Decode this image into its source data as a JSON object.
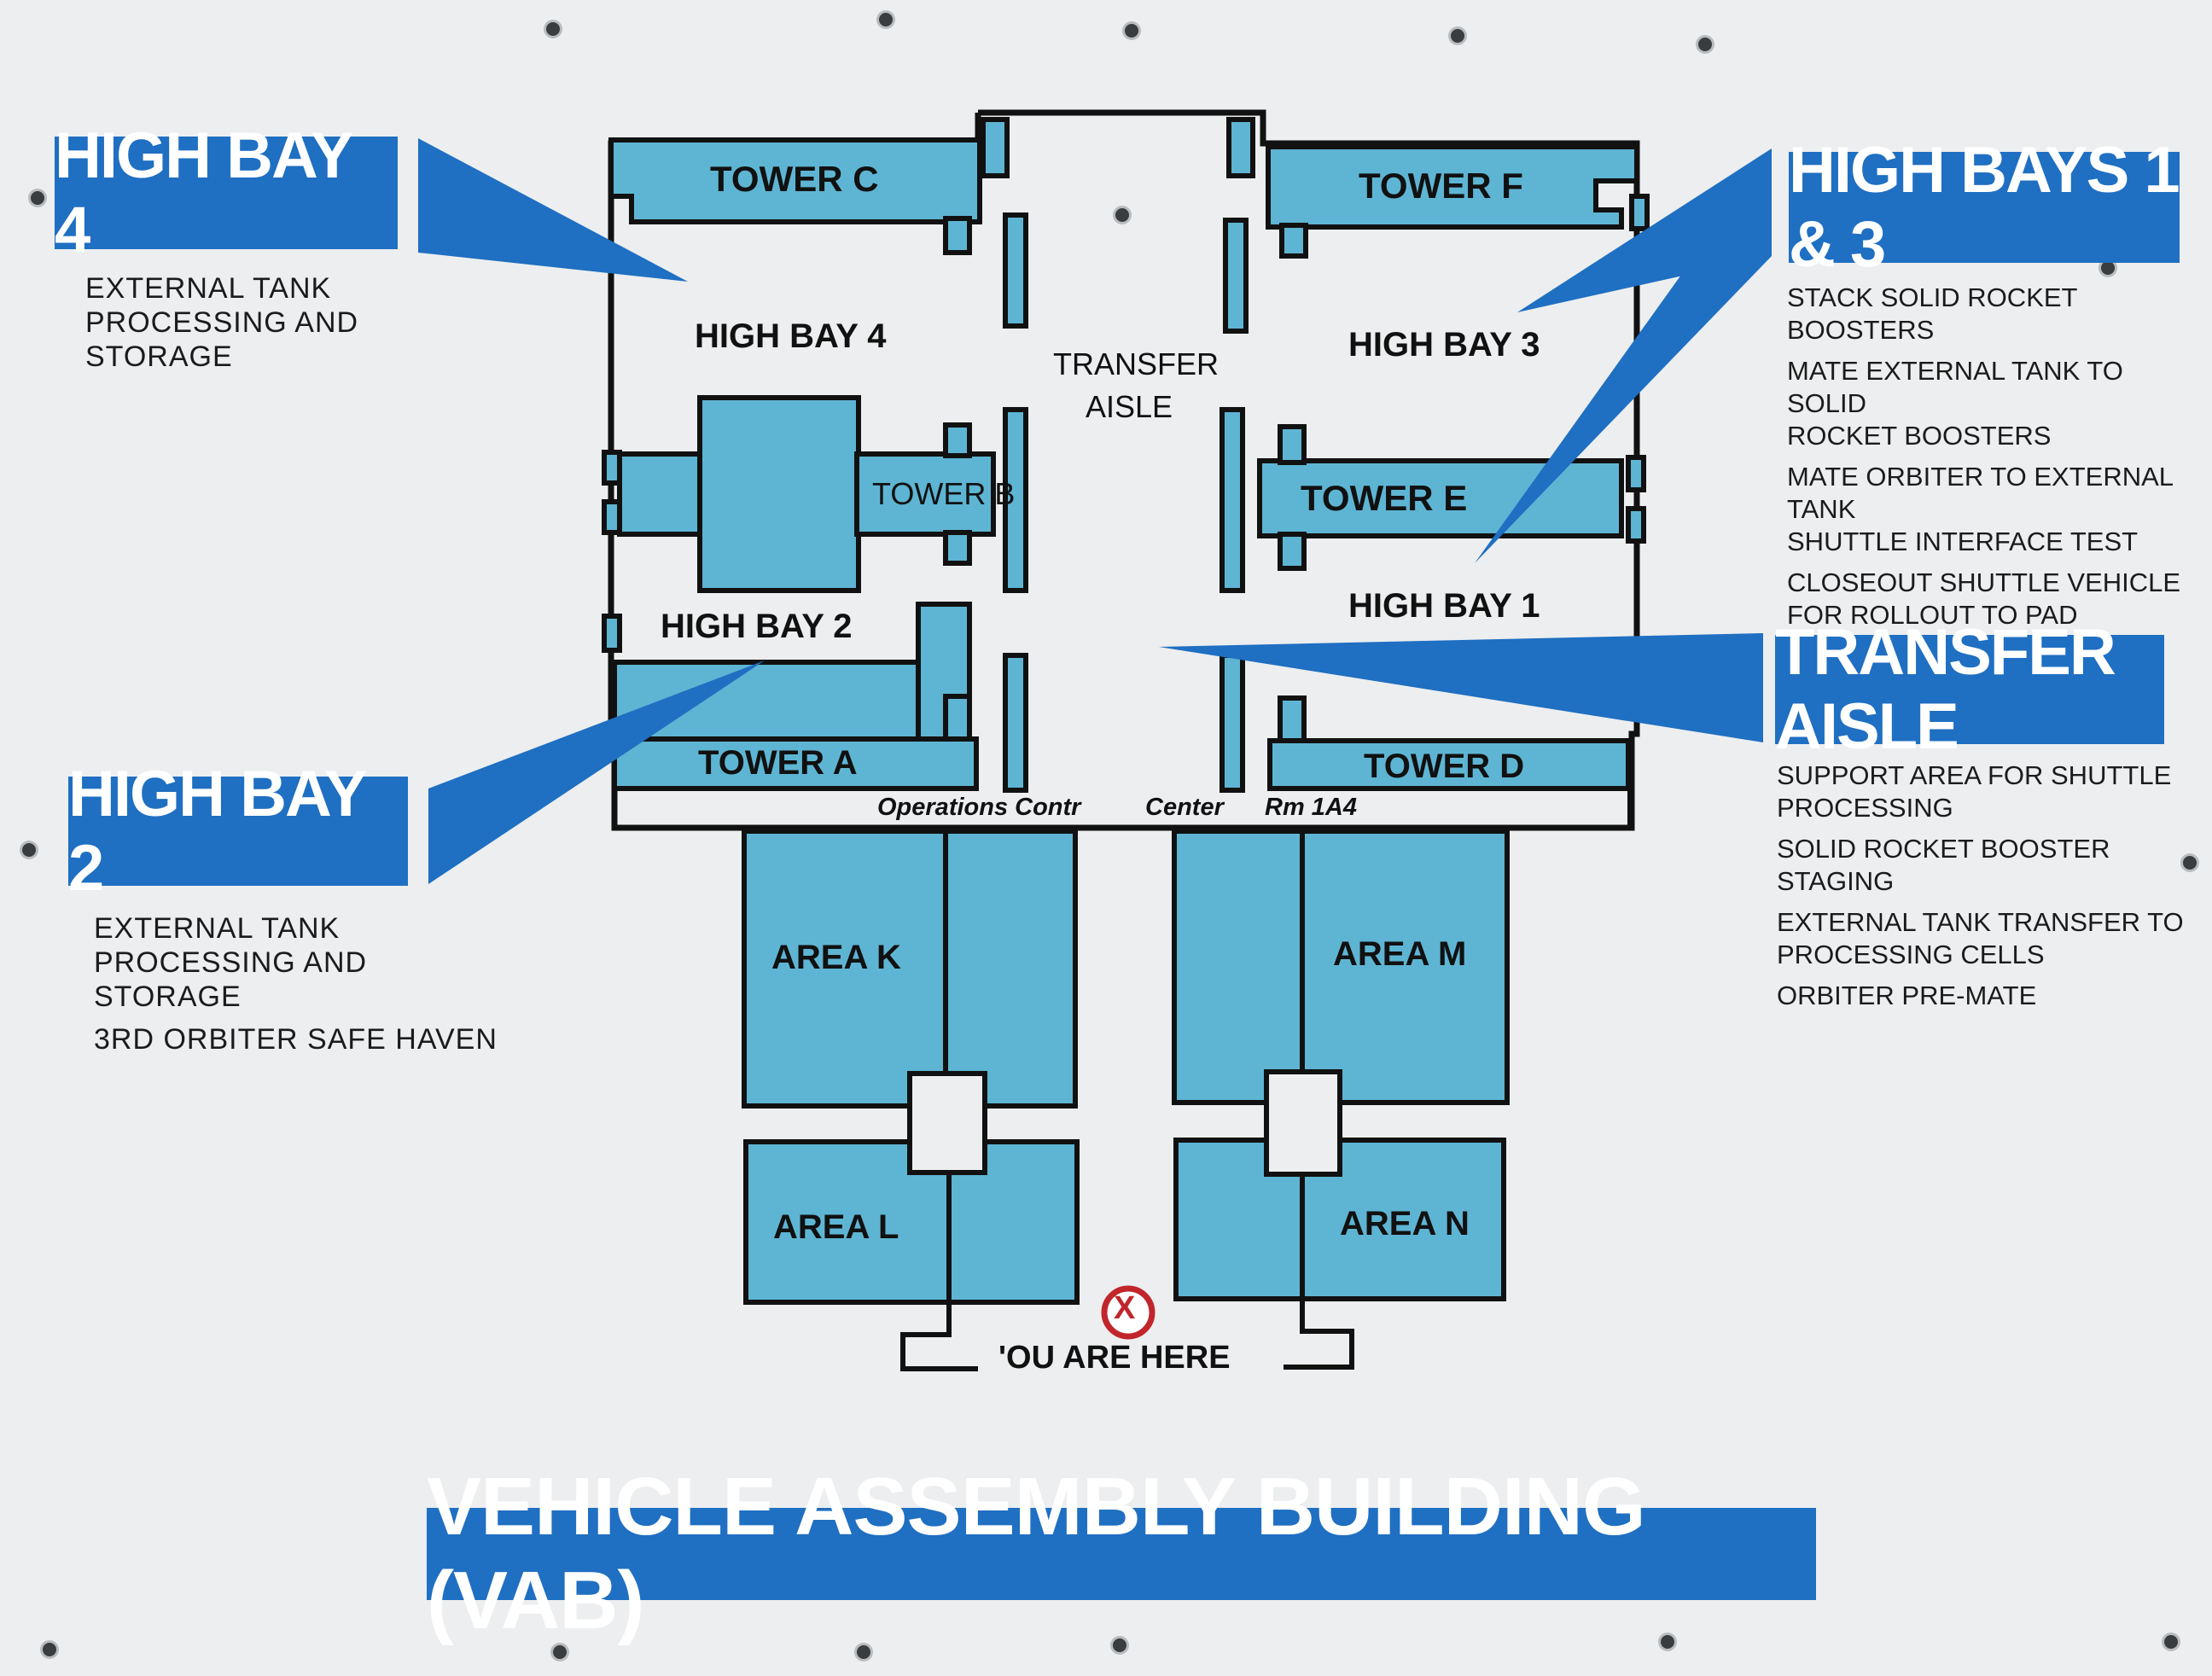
{
  "colors": {
    "accent_blue": "#1f6fc2",
    "map_fill": "#5eb5d3",
    "outline": "#111111",
    "marker_red": "#c0262b"
  },
  "left": {
    "high_bay_4": {
      "heading": "HIGH BAY 4",
      "lines": [
        "EXTERNAL TANK\nPROCESSING AND\nSTORAGE"
      ]
    },
    "high_bay_2": {
      "heading": "HIGH BAY 2",
      "lines": [
        "EXTERNAL TANK\nPROCESSING AND\nSTORAGE",
        "3RD ORBITER SAFE HAVEN"
      ]
    }
  },
  "right": {
    "high_bays_1_3": {
      "heading": "HIGH BAYS 1 & 3",
      "lines": [
        "STACK SOLID ROCKET BOOSTERS",
        "MATE EXTERNAL TANK TO SOLID\nROCKET BOOSTERS",
        "MATE ORBITER TO EXTERNAL TANK\nSHUTTLE INTERFACE TEST",
        "CLOSEOUT SHUTTLE VEHICLE\nFOR ROLLOUT TO PAD"
      ]
    },
    "transfer_aisle": {
      "heading": "TRANSFER AISLE",
      "lines": [
        "SUPPORT AREA FOR SHUTTLE\nPROCESSING",
        "SOLID ROCKET BOOSTER STAGING",
        "EXTERNAL TANK TRANSFER TO\nPROCESSING CELLS",
        "ORBITER PRE-MATE"
      ]
    }
  },
  "map": {
    "towers": {
      "a": "TOWER  A",
      "b": "TOWER B",
      "c": "TOWER  C",
      "d": "TOWER  D",
      "e": "TOWER  E",
      "f": "TOWER  F"
    },
    "bays": {
      "hb1": "HIGH  BAY  1",
      "hb2": "HIGH  BAY  2",
      "hb3": "HIGH  BAY  3",
      "hb4": "HIGH  BAY  4"
    },
    "transfer_aisle_line1": "TRANSFER",
    "transfer_aisle_line2": "AISLE",
    "ops": {
      "part1": "Operations  Contr",
      "part2": "Center",
      "part3": "Rm  1A4"
    },
    "areas": {
      "k": "AREA  K",
      "l": "AREA  L",
      "m": "AREA  M",
      "n": "AREA  N"
    },
    "you_are_here": "'OU  ARE  HERE",
    "marker_symbol": "X"
  },
  "footer": {
    "title": "VEHICLE ASSEMBLY BUILDING (VAB)"
  }
}
